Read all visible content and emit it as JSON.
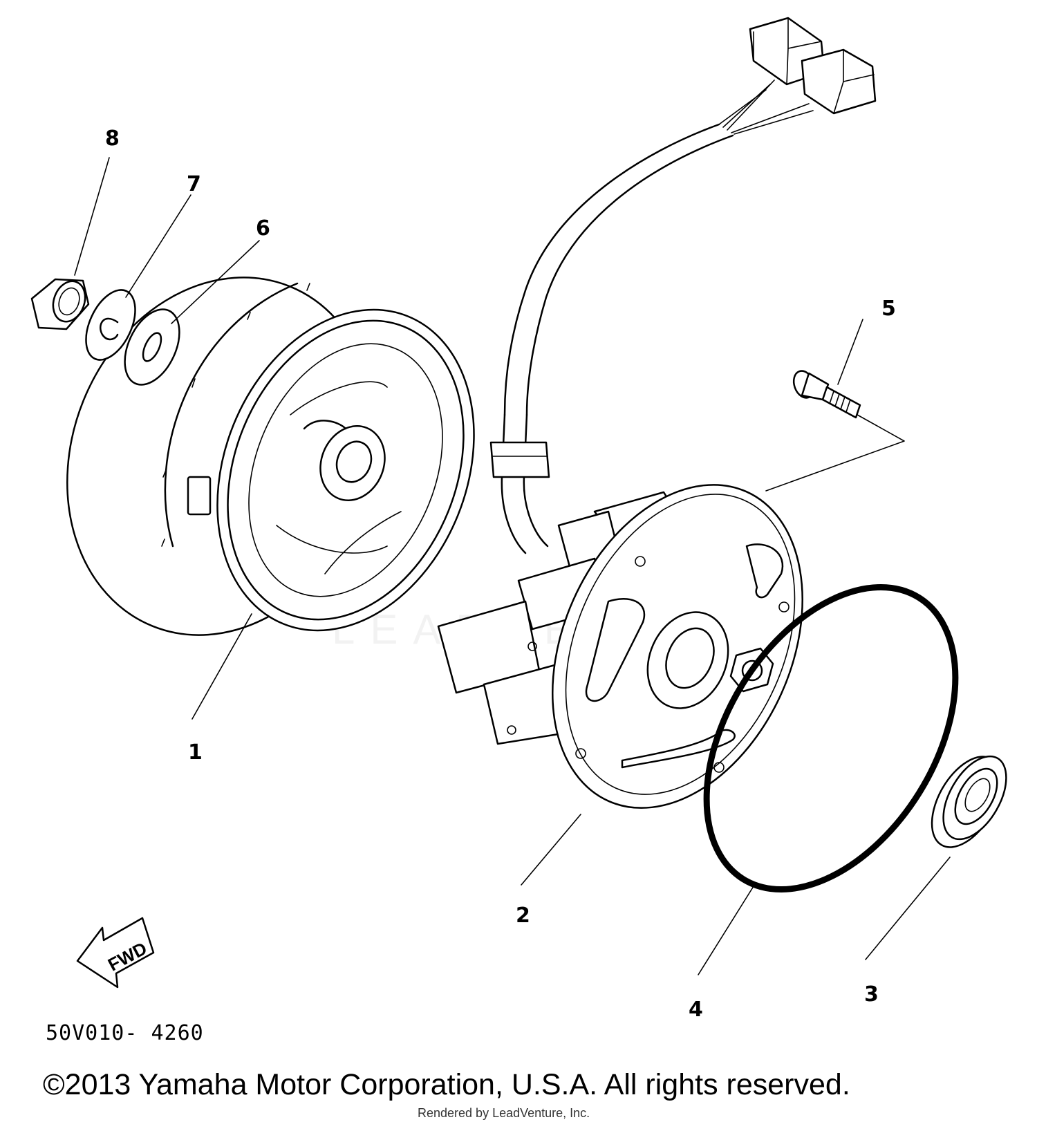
{
  "diagram": {
    "callouts": [
      {
        "id": "1",
        "label": "1",
        "part": "flywheel-rotor"
      },
      {
        "id": "2",
        "label": "2",
        "part": "stator-assembly"
      },
      {
        "id": "3",
        "label": "3",
        "part": "oil-seal"
      },
      {
        "id": "4",
        "label": "4",
        "part": "o-ring"
      },
      {
        "id": "5",
        "label": "5",
        "part": "screw"
      },
      {
        "id": "6",
        "label": "6",
        "part": "washer"
      },
      {
        "id": "7",
        "label": "7",
        "part": "lock-washer"
      },
      {
        "id": "8",
        "label": "8",
        "part": "nut"
      }
    ],
    "direction_label": "FWD",
    "drawing_code": "50V010- 4260"
  },
  "footer": {
    "copyright": "©2013 Yamaha Motor Corporation, U.S.A. All rights reserved.",
    "render_credit": "Rendered by LeadVenture, Inc."
  },
  "watermark": "LEADVENTURE"
}
